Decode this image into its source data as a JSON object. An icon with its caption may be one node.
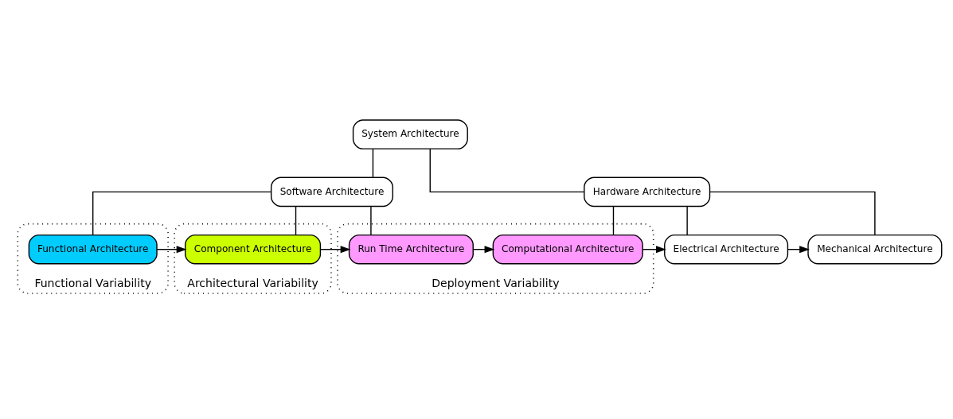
{
  "diagram": {
    "nodes": [
      {
        "text": [
          "System Architecture"
        ]
      },
      {
        "text": [
          "Software Architecture"
        ]
      },
      {
        "text": [
          "Hardware Architecture"
        ]
      },
      {
        "text": [
          "Functional Variability"
        ]
      },
      {
        "text": [
          "Functional Architecture"
        ],
        "in": 3
      },
      {
        "text": [
          "Architectural Variability"
        ]
      },
      {
        "text": [
          "Component Architecture"
        ],
        "in": 5
      },
      {
        "text": [
          "Deployment Variability"
        ]
      },
      {
        "text": [
          "Run Time Architecture"
        ],
        "in": 7
      },
      {
        "text": [
          "Computational Architecture"
        ],
        "in": 7
      },
      {
        "text": [
          "Electrical Architecture"
        ]
      },
      {
        "text": [
          "Mechanical Architecture"
        ]
      }
    ],
    "edges": [
      {
        "from": 0,
        "to": 1,
        "arrow": "none"
      },
      {
        "from": 0,
        "to": 2,
        "arrow": "none"
      },
      {
        "from": 1,
        "to": 4,
        "arrow": "none"
      },
      {
        "from": 1,
        "to": 6,
        "arrow": "none"
      },
      {
        "from": 1,
        "to": 8,
        "arrow": "none"
      },
      {
        "from": 2,
        "to": 9,
        "arrow": "none"
      },
      {
        "from": 2,
        "to": 10,
        "arrow": "none"
      },
      {
        "from": 2,
        "to": 11,
        "arrow": "none"
      },
      {
        "from": 4,
        "to": 6,
        "arrow": "to"
      },
      {
        "from": 6,
        "to": 8,
        "arrow": "to"
      },
      {
        "from": 8,
        "to": 9,
        "arrow": "to"
      },
      {
        "from": 9,
        "to": 10,
        "arrow": "to"
      },
      {
        "from": 10,
        "to": 11,
        "arrow": "to"
      }
    ]
  }
}
